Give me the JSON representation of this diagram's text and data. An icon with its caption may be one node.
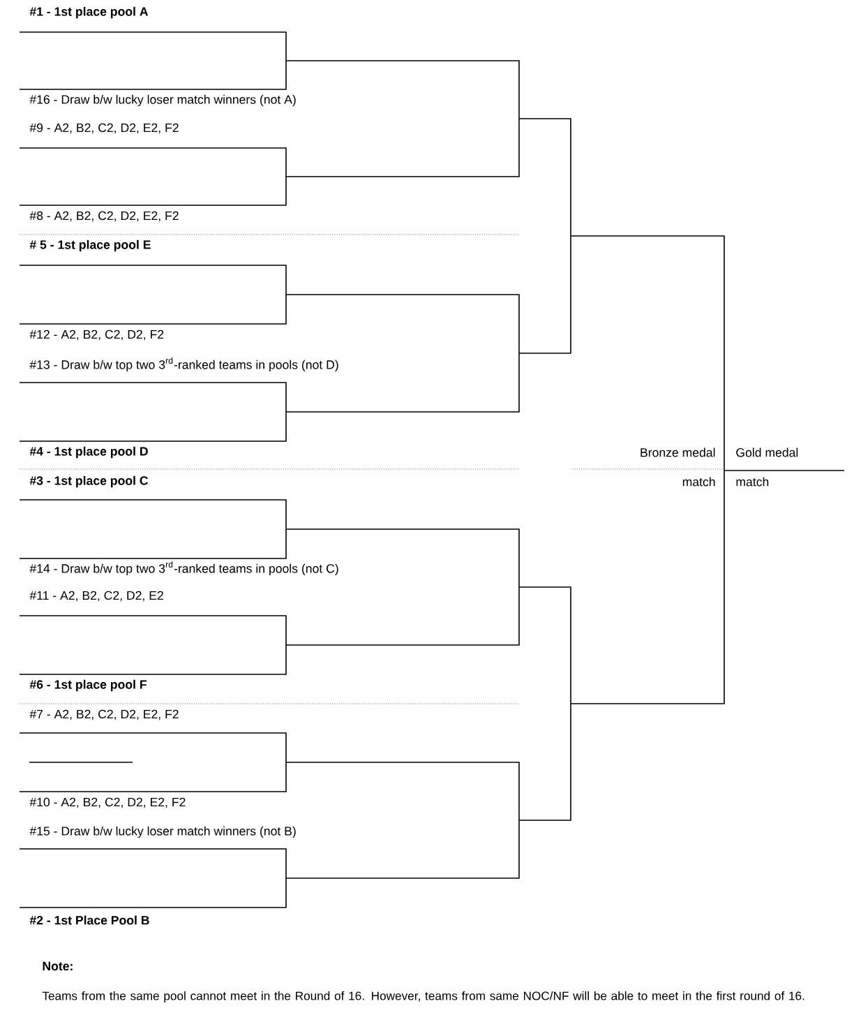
{
  "diagram": {
    "labels": [
      "#1 - 1st place pool A",
      "#16 - Draw b/w lucky loser match winners (not A)",
      "#9 - A2, B2, C2, D2, E2, F2",
      "#8 - A2, B2, C2, D2, E2, F2",
      "# 5 - 1st place pool E",
      "#12 - A2, B2, C2, D2, F2",
      "#13 - Draw b/w top two 3$^{rd}$-ranked teams in pools (not D)",
      "#4 - 1st place pool D",
      "Bronze medal",
      "Gold medal",
      "#3 - 1st place pool C",
      "match",
      "match",
      "#14 - Draw b/w top two 3$^{rd}$-ranked teams in pools (not C)",
      "#11 - A2, B2, C2, D2, E2",
      "#6 - 1st place pool F",
      "#7 - A2, B2, C2, D2, E2, F2",
      "#10 - A2, B2, C2, D2, E2, F2",
      "#15 - Draw b/w lucky loser match winners (not B)",
      "#2 - 1st Place Pool B",
      "**Note**:",
      "Teams from the same pool cannot meet in the Round of 16. However, teams from same NOC/NF will be able to meet in the first round of 16."
    ]
  }
}
